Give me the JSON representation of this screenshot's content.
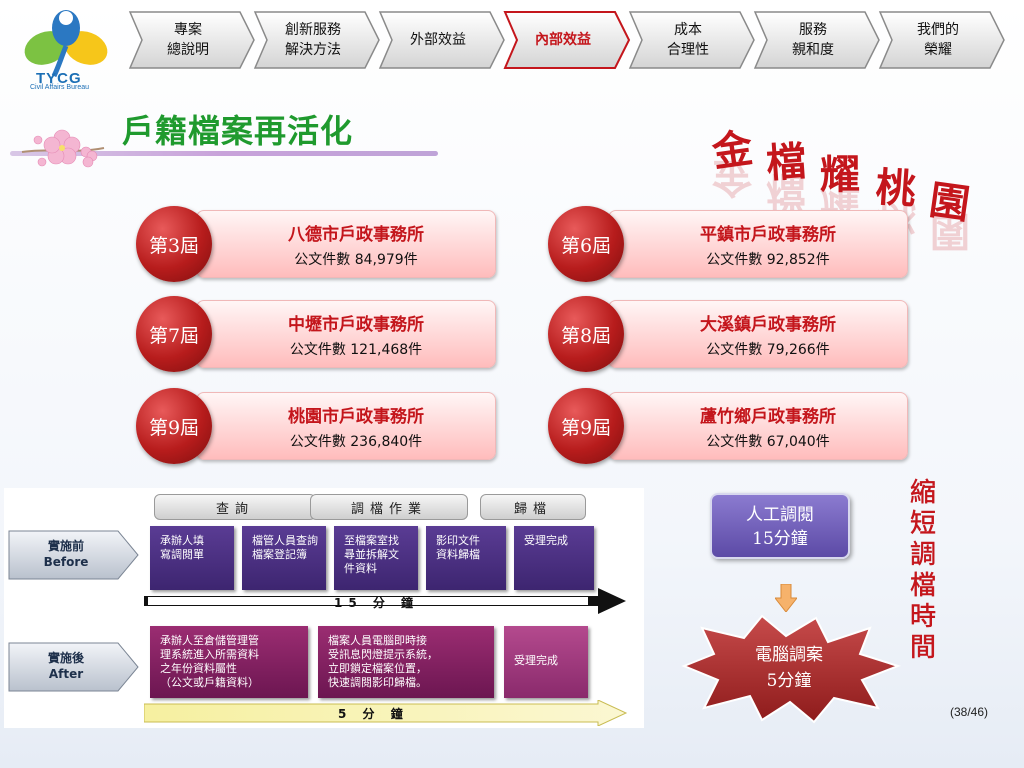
{
  "logo": {
    "text": "TYCG",
    "subtitle": "Civil Affairs Bureau"
  },
  "nav": {
    "tabs": [
      {
        "label": "專案\n總說明",
        "active": false
      },
      {
        "label": "創新服務\n解決方法",
        "active": false
      },
      {
        "label": "外部效益",
        "active": false
      },
      {
        "label": "內部效益",
        "active": true
      },
      {
        "label": "成本\n合理性",
        "active": false
      },
      {
        "label": "服務\n親和度",
        "active": false
      },
      {
        "label": "我們的\n榮耀",
        "active": false
      }
    ]
  },
  "title": "戶籍檔案再活化",
  "slogan": [
    "金",
    "檔",
    "耀",
    "桃",
    "園"
  ],
  "cards": [
    {
      "term": "第3屆",
      "office": "八德市戶政事務所",
      "count": "公文件數 84,979件"
    },
    {
      "term": "第6屆",
      "office": "平鎮市戶政事務所",
      "count": "公文件數 92,852件"
    },
    {
      "term": "第7屆",
      "office": "中壢市戶政事務所",
      "count": "公文件數 121,468件"
    },
    {
      "term": "第8屆",
      "office": "大溪鎮戶政事務所",
      "count": "公文件數 79,266件"
    },
    {
      "term": "第9屆",
      "office": "桃園市戶政事務所",
      "count": "公文件數 236,840件"
    },
    {
      "term": "第9屆",
      "office": "蘆竹鄉戶政事務所",
      "count": "公文件數 67,040件"
    }
  ],
  "process": {
    "headers": [
      "查詢",
      "調檔作業",
      "歸檔"
    ],
    "before_label": "實施前\nBefore",
    "after_label": "實施後\nAfter",
    "before_steps": [
      "承辦人填\n寫調閱單",
      "檔管人員查詢\n檔案登記簿",
      "至檔案室找\n尋並拆解文\n件資料",
      "影印文件\n資料歸檔",
      "受理完成"
    ],
    "before_time": "15 分 鐘",
    "after_steps": [
      "承辦人至倉儲管理管\n理系統進入所需資料\n之年份資料屬性\n（公文或戶籍資料）",
      "檔案人員電腦即時接\n受訊息閃燈提示系統，\n立即鎖定檔案位置，\n快速調閱影印歸檔。",
      "受理完成"
    ],
    "after_time": "5 分 鐘"
  },
  "manual_box": "人工調閱\n15分鐘",
  "computer_box": "電腦調案\n5分鐘",
  "shorten_text": "縮短調檔時間",
  "page_num": "(38/46)",
  "colors": {
    "accent_red": "#c4161c",
    "title_green": "#1f9a2e",
    "purple": "#5c4aa6"
  }
}
